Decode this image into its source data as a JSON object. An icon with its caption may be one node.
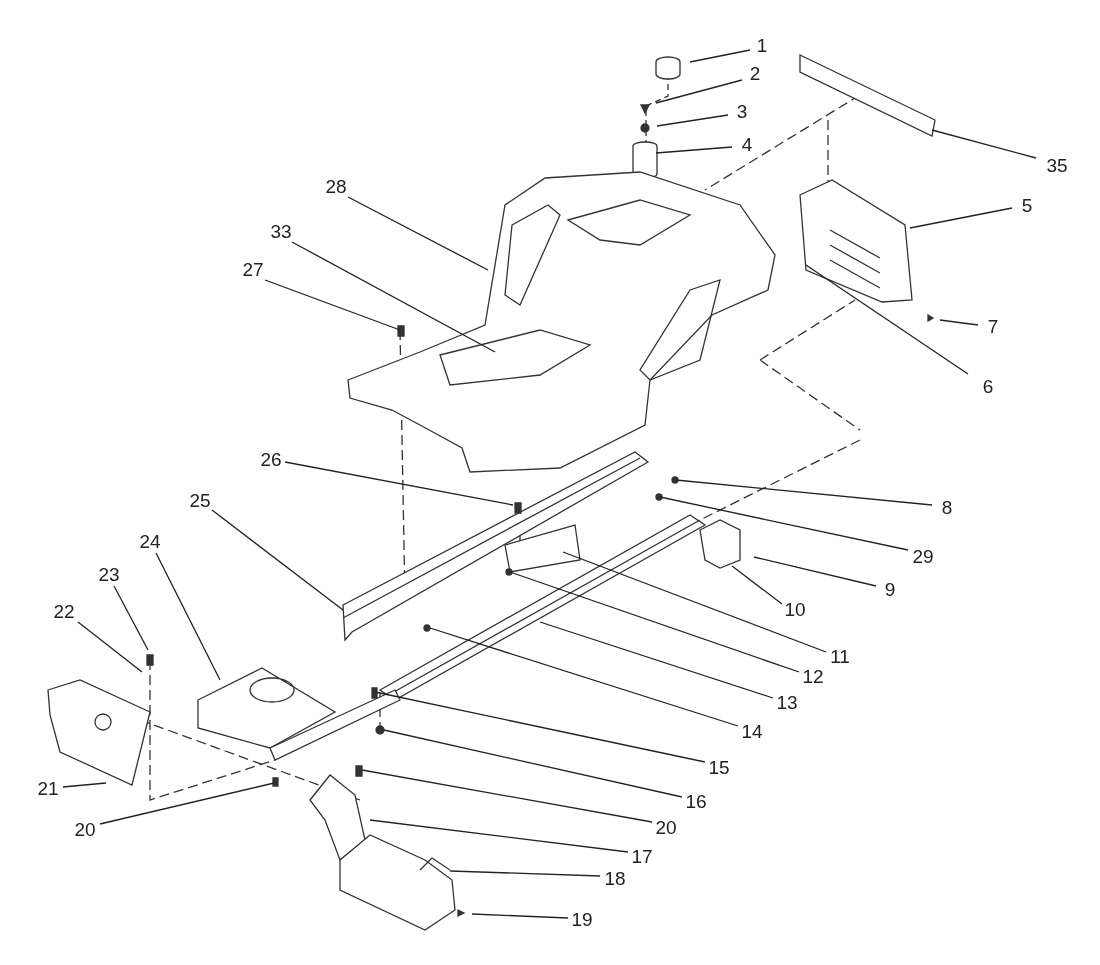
{
  "diagram": {
    "nodes": [
      {
        "text": [
          "1"
        ]
      },
      {
        "text": [
          "2"
        ]
      },
      {
        "text": [
          "3"
        ]
      },
      {
        "text": [
          "4"
        ]
      },
      {
        "text": [
          "35"
        ]
      },
      {
        "text": [
          "28"
        ]
      },
      {
        "text": [
          "5"
        ]
      },
      {
        "text": [
          "33"
        ]
      },
      {
        "text": [
          "27"
        ]
      },
      {
        "text": [
          "7"
        ]
      },
      {
        "text": [
          "6"
        ]
      },
      {
        "text": [
          "26"
        ]
      },
      {
        "text": [
          "25"
        ]
      },
      {
        "text": [
          "8"
        ]
      },
      {
        "text": [
          "24"
        ]
      },
      {
        "text": [
          "29"
        ]
      },
      {
        "text": [
          "23"
        ]
      },
      {
        "text": [
          "9"
        ]
      },
      {
        "text": [
          "10"
        ]
      },
      {
        "text": [
          "22"
        ]
      },
      {
        "text": [
          "11"
        ]
      },
      {
        "text": [
          "12"
        ]
      },
      {
        "text": [
          "13"
        ]
      },
      {
        "text": [
          "14"
        ]
      },
      {
        "text": [
          "15"
        ]
      },
      {
        "text": [
          "21"
        ]
      },
      {
        "text": [
          "16"
        ]
      },
      {
        "text": [
          "20"
        ]
      },
      {
        "text": [
          "20"
        ]
      },
      {
        "text": [
          "17"
        ]
      },
      {
        "text": [
          "18"
        ]
      },
      {
        "text": [
          "19"
        ]
      }
    ],
    "edges": [
      {
        "from": 0,
        "to": null,
        "arrow": "none"
      },
      {
        "from": 1,
        "to": null,
        "arrow": "none"
      },
      {
        "from": 2,
        "to": null,
        "arrow": "none"
      },
      {
        "from": 3,
        "to": null,
        "arrow": "none"
      },
      {
        "from": 4,
        "to": null,
        "arrow": "none"
      },
      {
        "from": 5,
        "to": null,
        "arrow": "none"
      },
      {
        "from": 6,
        "to": null,
        "arrow": "none"
      },
      {
        "from": 7,
        "to": null,
        "arrow": "none"
      },
      {
        "from": 8,
        "to": null,
        "arrow": "none"
      },
      {
        "from": 9,
        "to": null,
        "arrow": "none"
      },
      {
        "from": 10,
        "to": null,
        "arrow": "none"
      },
      {
        "from": 11,
        "to": null,
        "arrow": "none"
      },
      {
        "from": 12,
        "to": null,
        "arrow": "none"
      },
      {
        "from": 13,
        "to": null,
        "arrow": "none"
      },
      {
        "from": 14,
        "to": null,
        "arrow": "none"
      },
      {
        "from": 15,
        "to": null,
        "arrow": "none"
      },
      {
        "from": 16,
        "to": null,
        "arrow": "none"
      },
      {
        "from": 17,
        "to": null,
        "arrow": "none"
      },
      {
        "from": 18,
        "to": null,
        "arrow": "none"
      },
      {
        "from": 19,
        "to": null,
        "arrow": "none"
      },
      {
        "from": 20,
        "to": null,
        "arrow": "none"
      },
      {
        "from": 21,
        "to": null,
        "arrow": "none"
      },
      {
        "from": 22,
        "to": null,
        "arrow": "none"
      },
      {
        "from": 23,
        "to": null,
        "arrow": "none"
      },
      {
        "from": 24,
        "to": null,
        "arrow": "none"
      },
      {
        "from": 25,
        "to": null,
        "arrow": "none"
      },
      {
        "from": 26,
        "to": null,
        "arrow": "none"
      },
      {
        "from": 27,
        "to": null,
        "arrow": "none"
      },
      {
        "from": 28,
        "to": null,
        "arrow": "none"
      },
      {
        "from": 29,
        "to": null,
        "arrow": "none"
      },
      {
        "from": 30,
        "to": null,
        "arrow": "none"
      },
      {
        "from": 31,
        "to": null,
        "arrow": "none"
      }
    ]
  }
}
